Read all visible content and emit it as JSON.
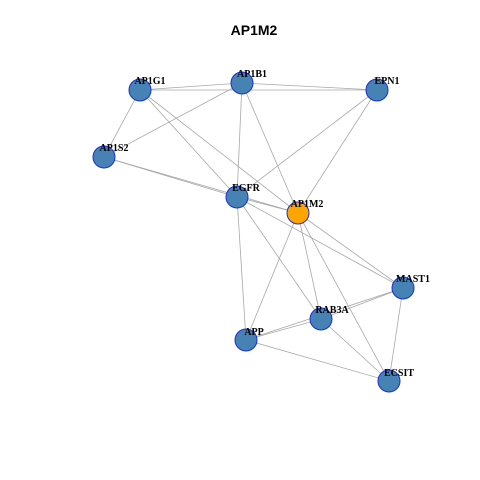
{
  "title": "AP1M2",
  "colors": {
    "node_fill": "#4682b4",
    "focus_fill": "#ffa500",
    "node_border": "#1a2fd1",
    "edge": "#a8a8a8"
  },
  "graph": {
    "nodes": [
      {
        "id": "AP1G1",
        "label": "AP1G1",
        "focus": false
      },
      {
        "id": "AP1B1",
        "label": "AP1B1",
        "focus": false
      },
      {
        "id": "EPN1",
        "label": "EPN1",
        "focus": false
      },
      {
        "id": "AP1S2",
        "label": "AP1S2",
        "focus": false
      },
      {
        "id": "EGFR",
        "label": "EGFR",
        "focus": false
      },
      {
        "id": "AP1M2",
        "label": "AP1M2",
        "focus": true
      },
      {
        "id": "MAST1",
        "label": "MAST1",
        "focus": false
      },
      {
        "id": "RAB3A",
        "label": "RAB3A",
        "focus": false
      },
      {
        "id": "APP",
        "label": "APP",
        "focus": false
      },
      {
        "id": "ECSIT",
        "label": "ECSIT",
        "focus": false
      }
    ],
    "edges": [
      [
        "AP1G1",
        "AP1B1"
      ],
      [
        "AP1G1",
        "EPN1"
      ],
      [
        "AP1G1",
        "AP1S2"
      ],
      [
        "AP1G1",
        "EGFR"
      ],
      [
        "AP1G1",
        "AP1M2"
      ],
      [
        "AP1B1",
        "EPN1"
      ],
      [
        "AP1B1",
        "AP1S2"
      ],
      [
        "AP1B1",
        "EGFR"
      ],
      [
        "AP1B1",
        "AP1M2"
      ],
      [
        "EPN1",
        "EGFR"
      ],
      [
        "EPN1",
        "AP1M2"
      ],
      [
        "AP1S2",
        "EGFR"
      ],
      [
        "AP1S2",
        "AP1M2"
      ],
      [
        "EGFR",
        "AP1M2"
      ],
      [
        "EGFR",
        "MAST1"
      ],
      [
        "EGFR",
        "RAB3A"
      ],
      [
        "EGFR",
        "APP"
      ],
      [
        "AP1M2",
        "MAST1"
      ],
      [
        "AP1M2",
        "RAB3A"
      ],
      [
        "AP1M2",
        "APP"
      ],
      [
        "AP1M2",
        "ECSIT"
      ],
      [
        "MAST1",
        "RAB3A"
      ],
      [
        "MAST1",
        "APP"
      ],
      [
        "MAST1",
        "ECSIT"
      ],
      [
        "RAB3A",
        "APP"
      ],
      [
        "RAB3A",
        "ECSIT"
      ],
      [
        "APP",
        "ECSIT"
      ]
    ]
  }
}
